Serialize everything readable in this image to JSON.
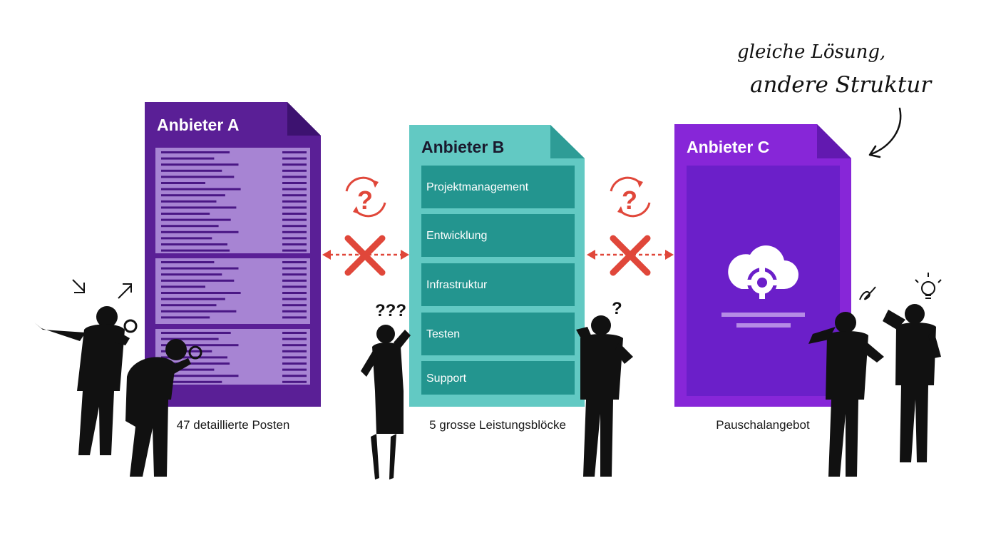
{
  "annotation": {
    "line1": "gleiche Lösung,",
    "line2": "andere Struktur"
  },
  "providers": [
    {
      "title": "Anbieter A",
      "caption": "47 detaillierte Posten",
      "color": "#5a1f96"
    },
    {
      "title": "Anbieter B",
      "caption": "5 grosse Leistungsblöcke",
      "color": "#62c9c3",
      "blocks": [
        "Projektmanagement",
        "Entwicklung",
        "Infrastruktur",
        "Testen",
        "Support"
      ]
    },
    {
      "title": "Anbieter C",
      "caption": "Pauschalangebot",
      "color": "#8726d8"
    }
  ],
  "colors": {
    "mismatch": "#e0473a",
    "block": "#23958f",
    "text_light": "#ffffff"
  },
  "icons": [
    "cloud-gear-icon",
    "mismatch-x-icon",
    "question-cycle-icon",
    "magnifier-icon",
    "lightbulb-icon"
  ]
}
